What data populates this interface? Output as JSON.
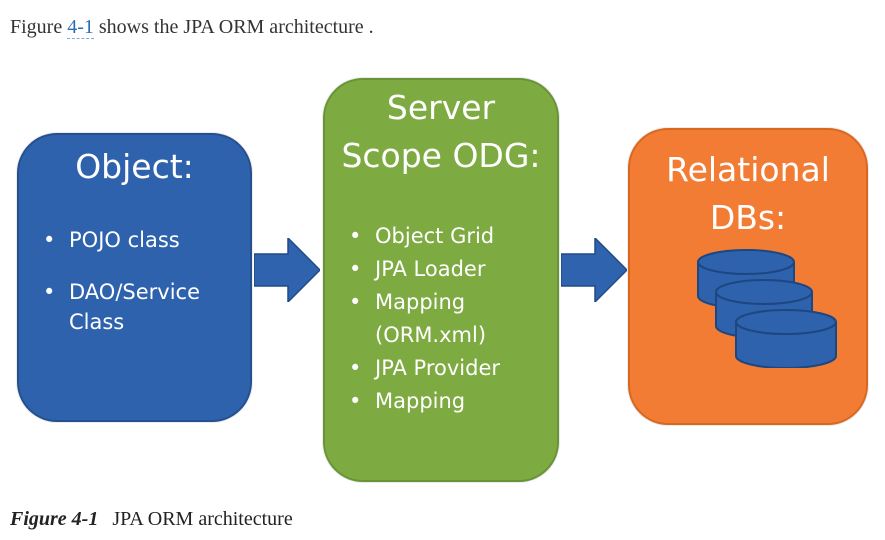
{
  "intro": {
    "before": "Figure ",
    "link": "4-1",
    "after": " shows the JPA ORM architecture ."
  },
  "diagram": {
    "object_box": {
      "title": "Object:",
      "items": [
        "POJO class",
        "DAO/Service\nClass"
      ],
      "color": "#2e62ad"
    },
    "server_box": {
      "title": "Server\nScope ODG:",
      "items": [
        "Object Grid",
        "JPA Loader",
        "Mapping\n(ORM.xml)",
        "JPA Provider",
        "Mapping"
      ],
      "color": "#7eaa42"
    },
    "db_box": {
      "title": "Relational\nDBs:",
      "icon": "database-stack-icon",
      "color": "#f27c34"
    },
    "arrow_color": "#2f63ae"
  },
  "caption": {
    "label": "Figure 4-1",
    "text": "JPA ORM architecture"
  }
}
